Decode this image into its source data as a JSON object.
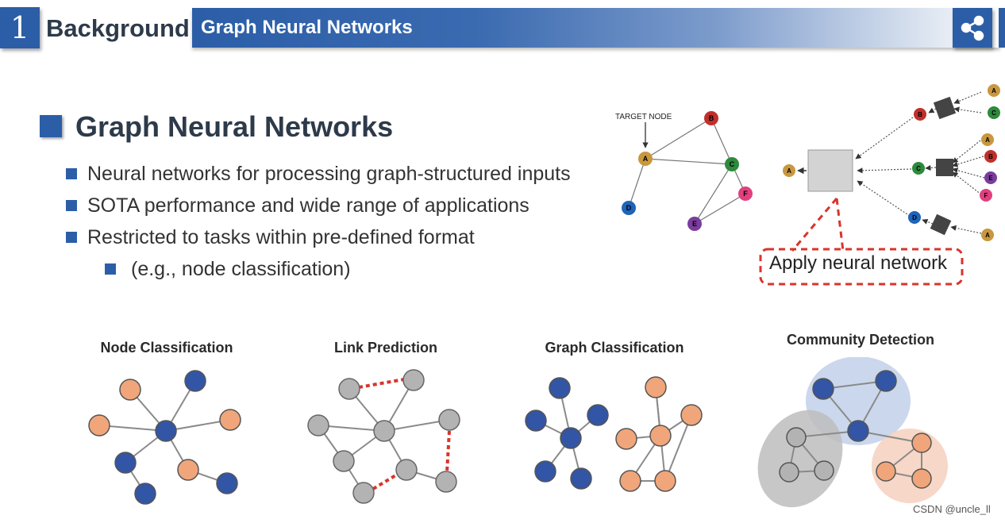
{
  "header": {
    "section_number": "1",
    "section_label": "Background",
    "banner_title": "Graph Neural Networks",
    "share_icon": "share-icon"
  },
  "main": {
    "heading": "Graph Neural Networks",
    "bullets": [
      "Neural networks for processing graph-structured inputs",
      "SOTA performance and wide range of applications",
      "Restricted to tasks within pre-defined format"
    ],
    "sub_bullet": "(e.g., node classification)"
  },
  "top_diagram": {
    "target_label": "TARGET NODE",
    "callout": "Apply neural network",
    "nodes": {
      "A": "A",
      "B": "B",
      "C": "C",
      "D": "D",
      "E": "E",
      "F": "F"
    }
  },
  "panels": {
    "node_classification": "Node Classification",
    "link_prediction": "Link Prediction",
    "graph_classification": "Graph Classification",
    "community_detection": "Community Detection"
  },
  "colors": {
    "accent_blue": "#2c5ea8",
    "node_blue": "#3355a5",
    "node_orange": "#f0a67a",
    "node_gray": "#b3b3b3",
    "dashed_red": "#d9342b"
  },
  "watermark": "CSDN @uncle_ll"
}
